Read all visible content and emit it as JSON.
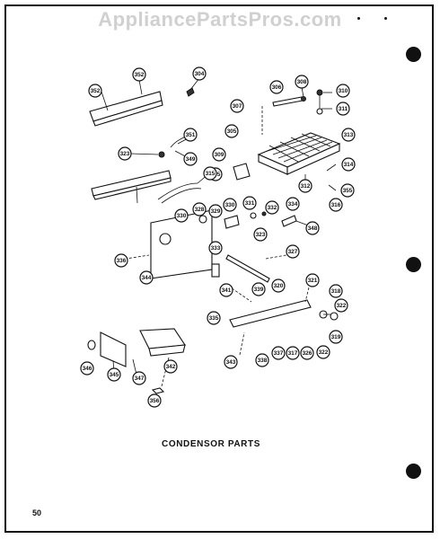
{
  "watermark": "AppliancePartsPros.com",
  "caption": "CONDENSOR PARTS",
  "page_number": "50",
  "callouts": [
    "352",
    "352",
    "304",
    "306",
    "308",
    "310",
    "307",
    "311",
    "305",
    "309",
    "313",
    "351",
    "323",
    "349",
    "305",
    "314",
    "312",
    "315",
    "355",
    "316",
    "330",
    "328",
    "329",
    "330",
    "331",
    "332",
    "334",
    "348",
    "323",
    "333",
    "336",
    "327",
    "344",
    "341",
    "339",
    "320",
    "321",
    "318",
    "335",
    "322",
    "319",
    "346",
    "345",
    "347",
    "342",
    "343",
    "338",
    "337",
    "317",
    "326",
    "322",
    "356"
  ]
}
